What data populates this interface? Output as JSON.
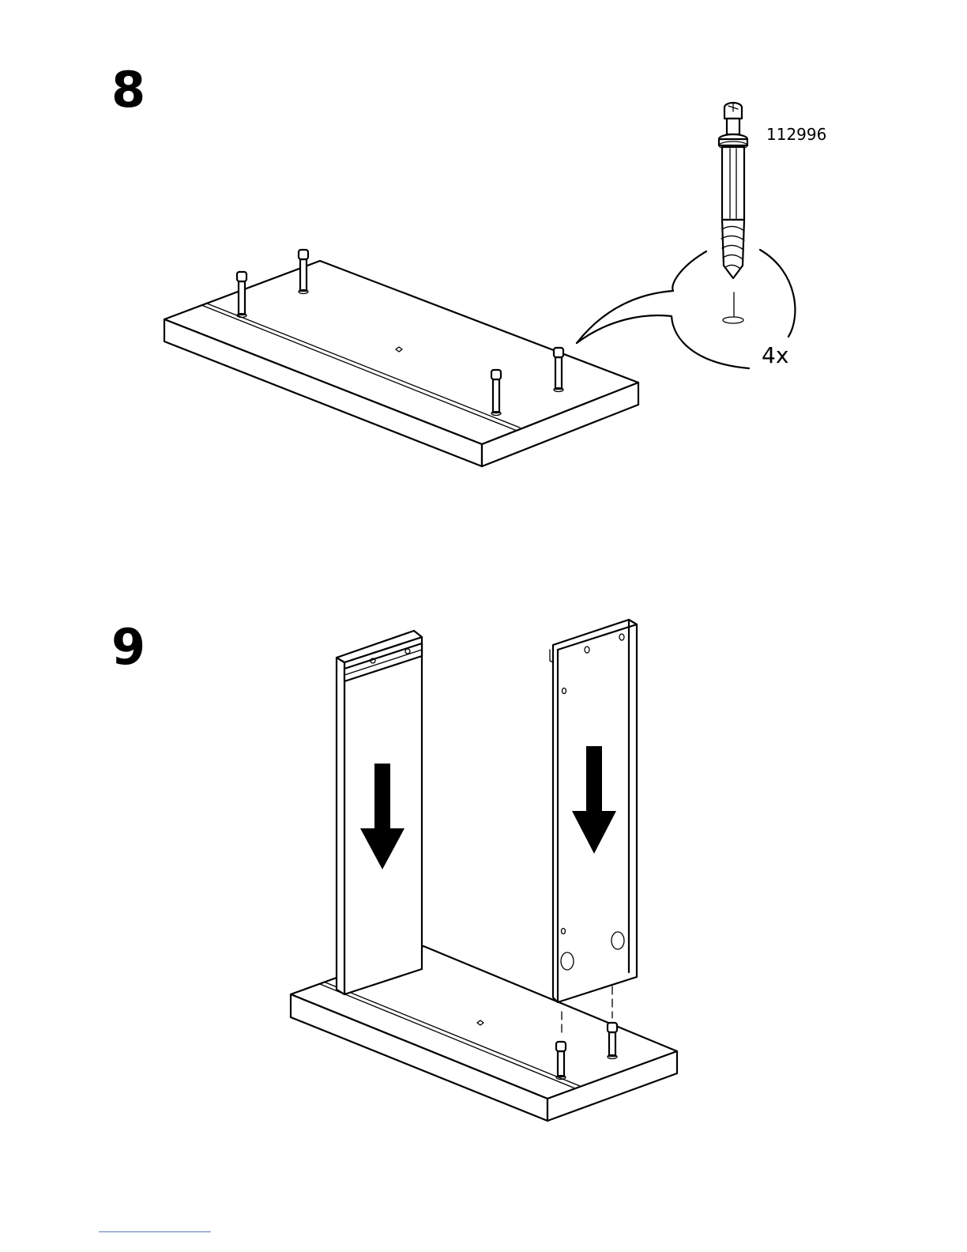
{
  "steps": [
    {
      "number": "8"
    },
    {
      "number": "9"
    }
  ],
  "part": {
    "number": "112996",
    "quantity": "4x",
    "icon": "cam-dowel-screw-icon"
  },
  "arrows": {
    "direction": "down",
    "count": 2
  }
}
